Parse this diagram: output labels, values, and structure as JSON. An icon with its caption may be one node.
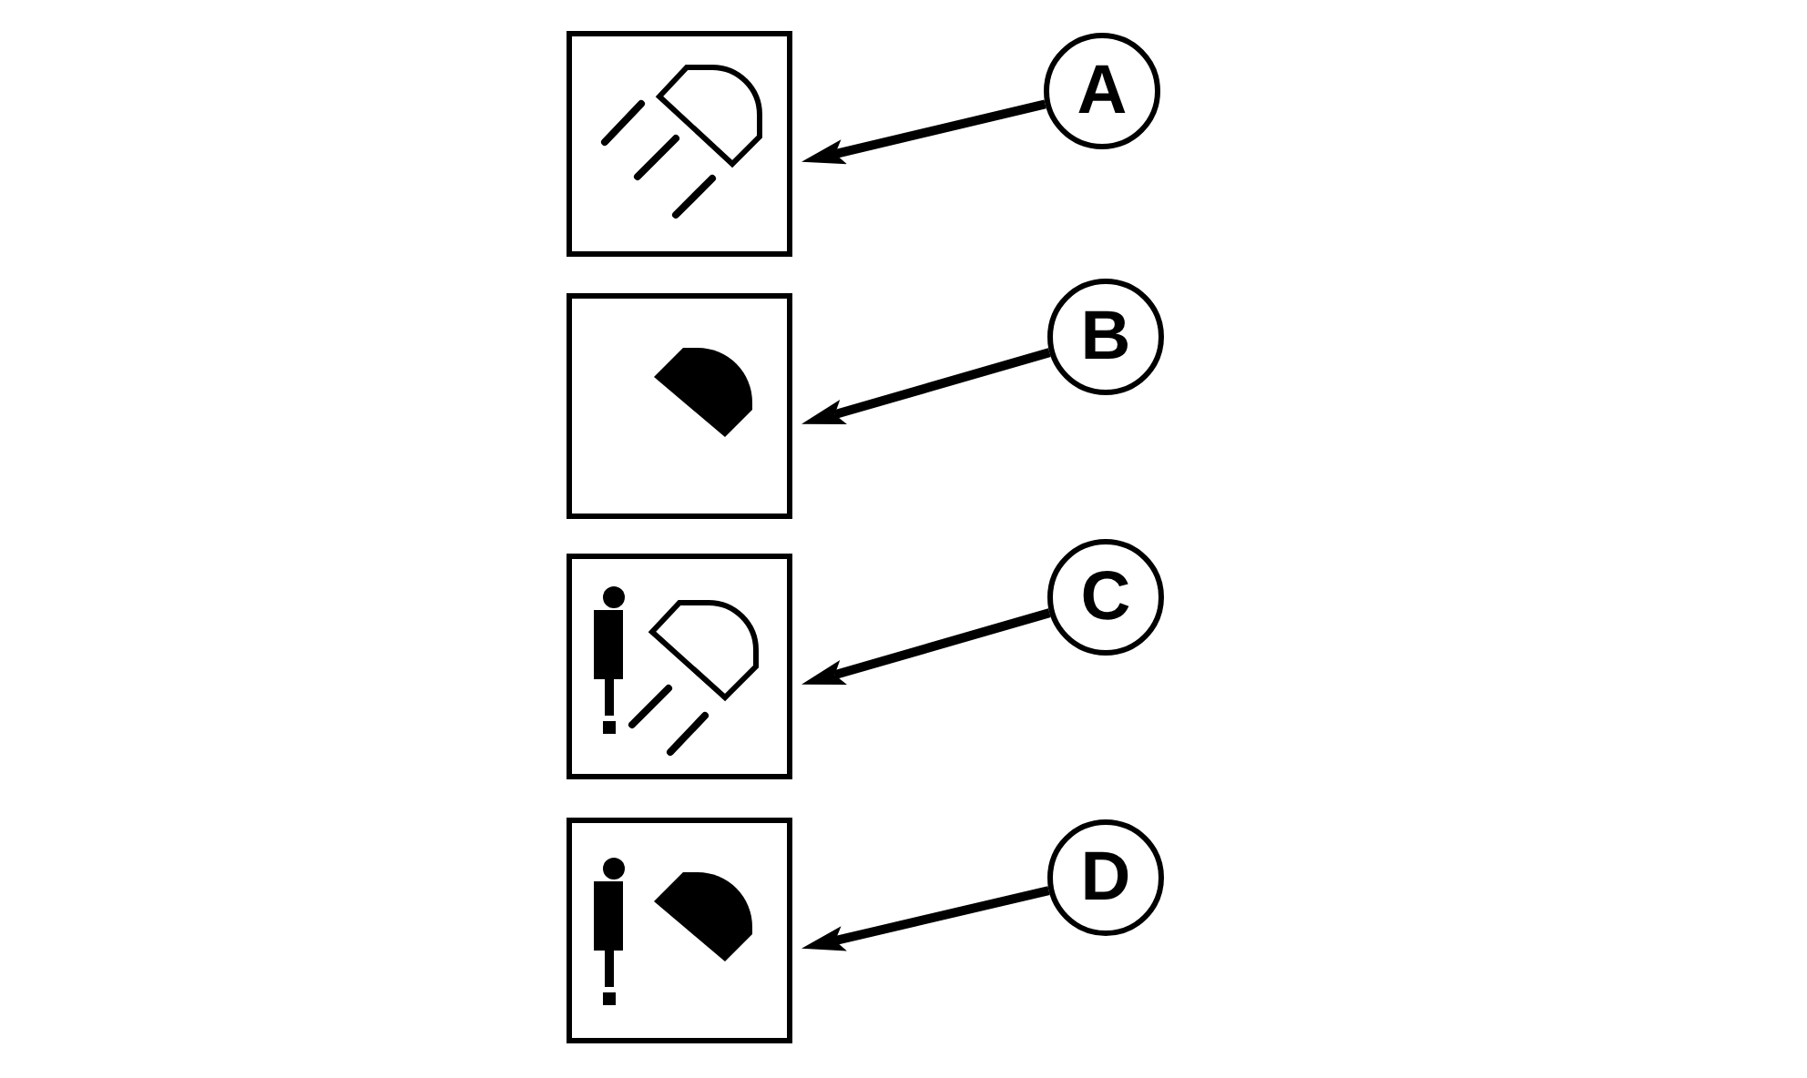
{
  "diagram": {
    "nodes": [
      {
        "text": [],
        "shape": "picture"
      },
      {
        "text": [
          "A"
        ]
      },
      {
        "text": [],
        "shape": "picture"
      },
      {
        "text": [
          "B"
        ]
      },
      {
        "text": [],
        "shape": "picture"
      },
      {
        "text": [
          "C"
        ]
      },
      {
        "text": [],
        "shape": "picture"
      },
      {
        "text": [
          "D"
        ]
      }
    ],
    "edges": [
      {
        "from": 1,
        "to": 0,
        "arrow": "to"
      },
      {
        "from": 3,
        "to": 2,
        "arrow": "to"
      },
      {
        "from": 5,
        "to": 4,
        "arrow": "to"
      },
      {
        "from": 7,
        "to": 6,
        "arrow": "to"
      }
    ]
  }
}
